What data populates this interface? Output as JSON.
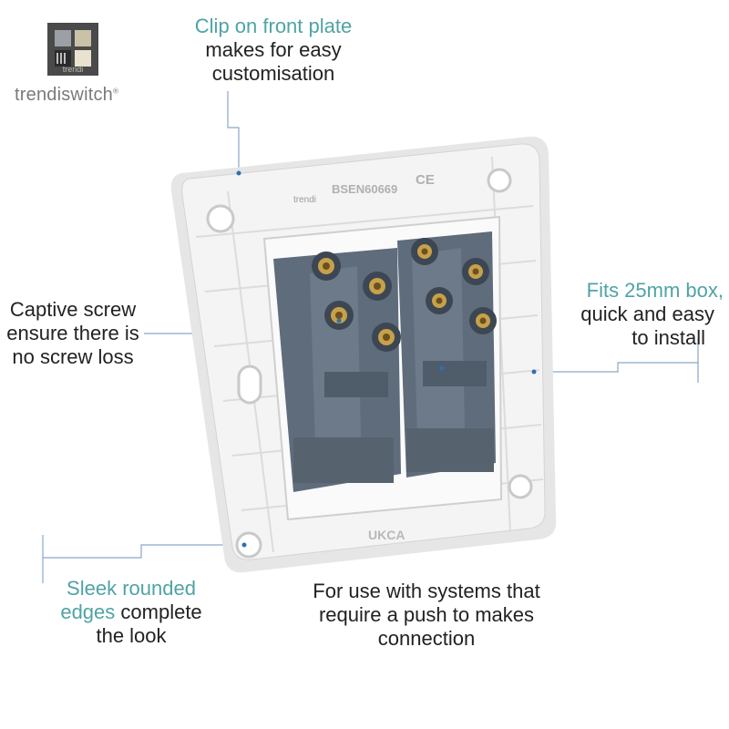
{
  "brand": {
    "box_text": "trendi",
    "wordmark": "trendiswitch",
    "trademark": "®"
  },
  "product_markings": {
    "standard": "BSEN60669",
    "ce": "CE",
    "ukca": "UKCA",
    "logo": "trendi"
  },
  "callouts": {
    "clip": {
      "accent": "Clip on front plate",
      "rest": [
        "makes for easy",
        "customisation"
      ]
    },
    "captive": {
      "lines": [
        "Captive screw",
        "ensure there is",
        "no screw loss"
      ]
    },
    "fits": {
      "accent": "Fits 25mm box,",
      "rest": [
        "quick and easy",
        "to install"
      ]
    },
    "sleek": {
      "accent_lines": [
        "Sleek rounded",
        "edges"
      ],
      "rest_inline": " complete",
      "rest": [
        "the look"
      ]
    },
    "push": {
      "lines": [
        "For use with systems that",
        "require a push to makes",
        "connection"
      ]
    }
  },
  "colors": {
    "accent": "#4fa3a5",
    "leader": "#8aa6c8",
    "plate": "#f1f1f1",
    "module": "#5e6c7c"
  }
}
